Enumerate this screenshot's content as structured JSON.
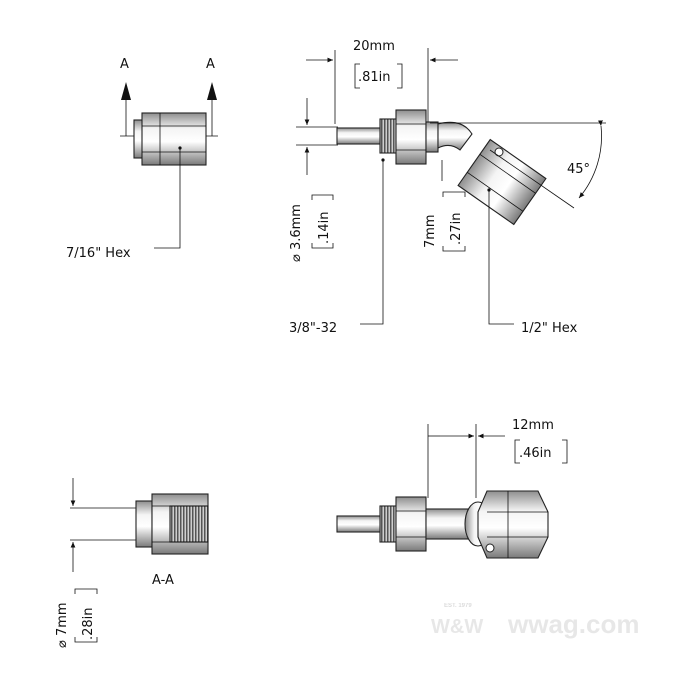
{
  "section_view": {
    "section_mark_left": "A",
    "section_mark_right": "A",
    "hex_label": "7/16\" Hex",
    "section_name": "A-A",
    "diameter_mm": "7mm",
    "diameter_in": ".28in"
  },
  "side_view": {
    "length_mm": "20mm",
    "length_in": ".81in",
    "pin_diameter_mm": "3.6mm",
    "pin_diameter_in": ".14in",
    "thread_label": "3/8\"-32",
    "bore_mm": "7mm",
    "bore_in": ".27in",
    "angle_label": "45°",
    "nut_hex_label": "1/2\" Hex"
  },
  "top_view": {
    "length_mm": "12mm",
    "length_in": ".46in"
  },
  "watermark": {
    "brand": "W&W",
    "site": "wwag.com",
    "est": "EST. 1979"
  },
  "colors": {
    "metal_light": "#f2f2f2",
    "metal_dark": "#9a9a9a",
    "line": "#111111"
  }
}
